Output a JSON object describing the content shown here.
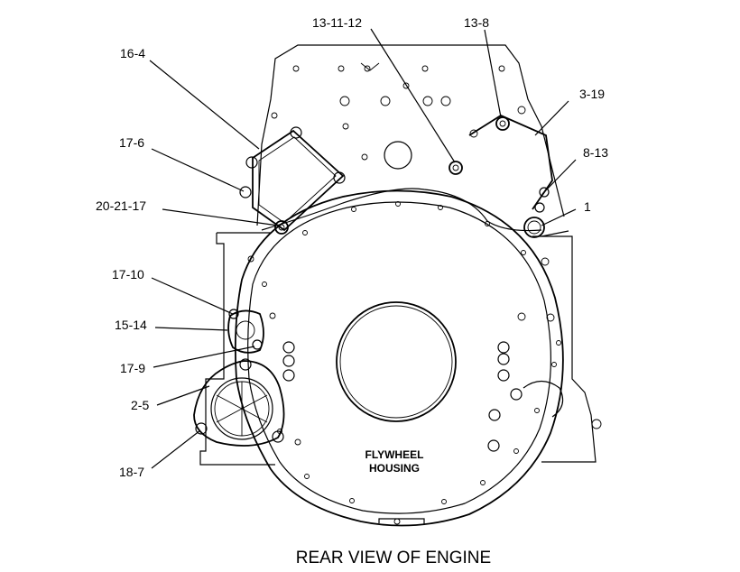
{
  "labels": {
    "callout_16_4": "16-4",
    "callout_13_11_12": "13-11-12",
    "callout_13_8": "13-8",
    "callout_3_19": "3-19",
    "callout_17_6": "17-6",
    "callout_8_13": "8-13",
    "callout_20_21_17": "20-21-17",
    "callout_1": "1",
    "callout_17_10": "17-10",
    "callout_15_14": "15-14",
    "callout_17_9": "17-9",
    "callout_2_5": "2-5",
    "callout_18_7": "18-7",
    "housing_line1": "FLYWHEEL",
    "housing_line2": "HOUSING",
    "caption": "REAR VIEW OF ENGINE"
  }
}
